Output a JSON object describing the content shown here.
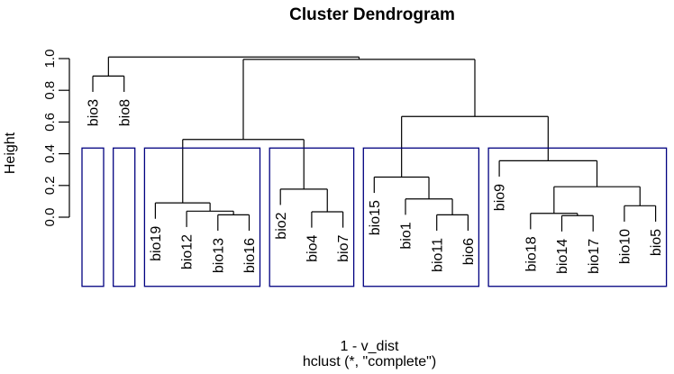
{
  "title": "Cluster Dendrogram",
  "chart_data": {
    "type": "dendrogram",
    "title": "Cluster Dendrogram",
    "ylabel": "Height",
    "xlabel": "1 - v_dist",
    "method_label": "hclust (*, \"complete\")",
    "ylim": [
      0.0,
      1.0
    ],
    "y_ticks": [
      {
        "v": 0.0,
        "label": "0.0"
      },
      {
        "v": 0.2,
        "label": "0.2"
      },
      {
        "v": 0.4,
        "label": "0.4"
      },
      {
        "v": 0.6,
        "label": "0.6"
      },
      {
        "v": 0.8,
        "label": "0.8"
      },
      {
        "v": 1.0,
        "label": "1.0"
      }
    ],
    "hang": 0.1,
    "leaf_order": [
      "bio3",
      "bio8",
      "bio19",
      "bio12",
      "bio13",
      "bio16",
      "bio2",
      "bio4",
      "bio7",
      "bio15",
      "bio1",
      "bio11",
      "bio6",
      "bio9",
      "bio18",
      "bio14",
      "bio17",
      "bio10",
      "bio5"
    ],
    "tree": {
      "h": 1.01,
      "c": [
        {
          "h": 0.89,
          "c": [
            "bio3",
            "bio8"
          ]
        },
        {
          "h": 0.995,
          "c": [
            {
              "h": 0.49,
              "c": [
                {
                  "h": 0.09,
                  "c": [
                    "bio19",
                    {
                      "h": 0.038,
                      "c": [
                        "bio12",
                        {
                          "h": 0.015,
                          "c": [
                            "bio13",
                            "bio16"
                          ]
                        }
                      ]
                    }
                  ]
                },
                {
                  "h": 0.177,
                  "c": [
                    "bio2",
                    {
                      "h": 0.034,
                      "c": [
                        "bio4",
                        "bio7"
                      ]
                    }
                  ]
                }
              ]
            },
            {
              "h": 0.635,
              "c": [
                {
                  "h": 0.253,
                  "c": [
                    "bio15",
                    {
                      "h": 0.115,
                      "c": [
                        "bio1",
                        {
                          "h": 0.015,
                          "c": [
                            "bio11",
                            "bio6"
                          ]
                        }
                      ]
                    }
                  ]
                },
                {
                  "h": 0.356,
                  "c": [
                    "bio9",
                    {
                      "h": 0.192,
                      "c": [
                        {
                          "h": 0.024,
                          "c": [
                            "bio18",
                            {
                              "h": 0.01,
                              "c": [
                                "bio14",
                                "bio17"
                              ]
                            }
                          ]
                        },
                        {
                          "h": 0.072,
                          "c": [
                            "bio10",
                            "bio5"
                          ]
                        }
                      ]
                    }
                  ]
                }
              ]
            }
          ]
        }
      ]
    },
    "cluster_boxes": {
      "color": "#000080",
      "top_h": 0.436,
      "bottom_h": -0.436,
      "groups": [
        {
          "from": 0,
          "to": 0
        },
        {
          "from": 1,
          "to": 1
        },
        {
          "from": 2,
          "to": 5
        },
        {
          "from": 6,
          "to": 8
        },
        {
          "from": 9,
          "to": 12
        },
        {
          "from": 13,
          "to": 18
        }
      ]
    },
    "line_color": "#000000"
  }
}
